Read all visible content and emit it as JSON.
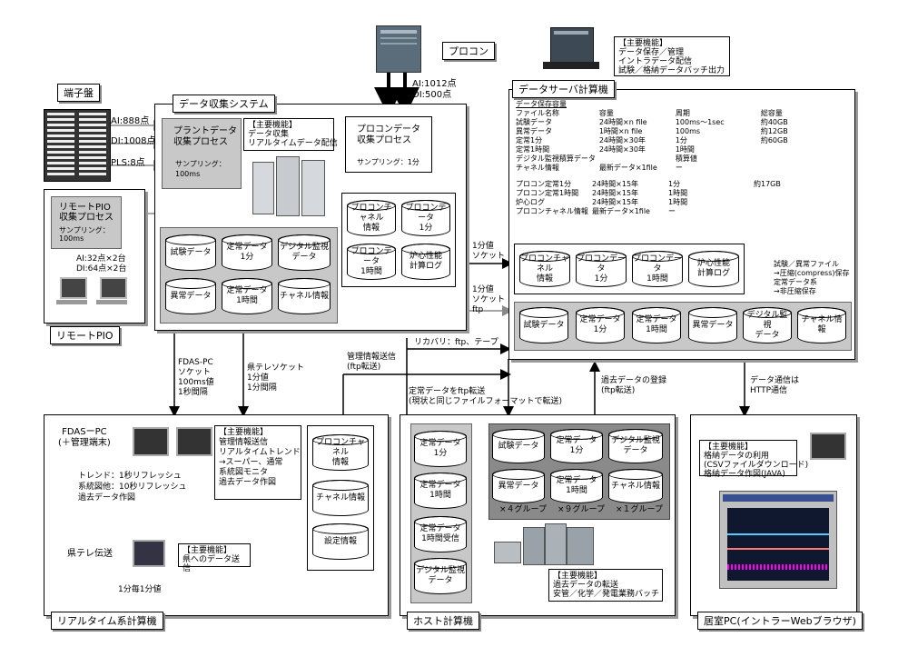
{
  "procon": {
    "title": "プロコン",
    "ai": "AI:1012点",
    "di": "DI:500点"
  },
  "terminal": {
    "title": "端子盤",
    "ai": "AI:888点",
    "di": "DI:1008点",
    "pls": "PLS:8点"
  },
  "remote_pio": {
    "title": "リモートPIO",
    "process_title": "リモートPIO\n収集プロセス",
    "sampling": "サンプリング：\n100ms",
    "ai": "AI:32点×2台",
    "di": "DI:64点×2台"
  },
  "acq": {
    "title": "データ収集システム",
    "plant_process": "プラントデータ\n収集プロセス",
    "plant_sampling": "サンプリング：\n100ms",
    "functions_title": "【主要機能】",
    "functions": "データ収集\nリアルタイムデータ配信",
    "procon_process": "プロコンデータ\n収集プロセス",
    "procon_sampling": "サンプリング：1分",
    "procon_db": [
      "プロコンチャネル\n情報",
      "プロコンデータ\n1分",
      "プロコンデータ\n1時間",
      "炉心性能\n計算ログ"
    ],
    "db": [
      "試験データ",
      "定常データ\n1分",
      "デジタル監視\nデータ",
      "異常データ",
      "定常データ\n1時間",
      "チャネル情報"
    ]
  },
  "server": {
    "title": "データサーバ計算機",
    "functions_title": "【主要機能】",
    "functions": "データ保存／管理\nイントラデータ配信\n試験／格納データバッチ出力",
    "capacity_title": "データ保存容量",
    "headers": [
      "ファイル名称",
      "容量",
      "周期",
      "総容量"
    ],
    "rows": [
      [
        "試験データ",
        "24時間×n file",
        "100ms～1sec",
        "約40GB"
      ],
      [
        "異常データ",
        "1時間×n file",
        "100ms",
        "約12GB"
      ],
      [
        "定常1分",
        "24時間×30年",
        "1分",
        "約60GB"
      ],
      [
        "定常1時間",
        "24時間×30年",
        "1時間",
        ""
      ],
      [
        "デジタル監視積算データ",
        "",
        "積算値",
        ""
      ],
      [
        "チャネル情報",
        "最新データ×1file",
        "ー",
        ""
      ]
    ],
    "rows2": [
      [
        "プロコン定常1分",
        "24時間×15年",
        "1分",
        "約17GB"
      ],
      [
        "プロコン定常1時間",
        "24時間×15年",
        "1時間",
        ""
      ],
      [
        "炉心ログ",
        "24時間×15年",
        "1時間",
        ""
      ],
      [
        "プロコンチャネル情報",
        "最新データ×1file",
        "ー",
        ""
      ]
    ],
    "procon_db": [
      "プロコンチャネル\n情報",
      "プロコンデータ\n1分",
      "プロコンデータ\n1時間",
      "炉心性能\n計算ログ"
    ],
    "db": [
      "試験データ",
      "定常データ\n1分",
      "定常データ\n1時間",
      "異常データ",
      "デジタル監視\nデータ",
      "チャネル情報"
    ],
    "note": "試験／異常ファイル\n→圧縮(compress)保存\n定常データ系\n→非圧縮保存"
  },
  "links": {
    "socket1": "1分値\nソケット",
    "socket2": "1分値\nソケット\nftp",
    "fdas": "FDAS-PC\nソケット\n100ms値\n1秒間隔",
    "pref": "県テレソケット\n1分値\n1分間隔",
    "mgmt": "管理情報送信\n(ftp転送)",
    "recovery": "リカバリ：ftp、テープ",
    "steady_ftp": "定常データをftp転送\n(現状と同じファイルフォーマットで転送)",
    "past_reg": "過去データの登録\n(ftp転送)",
    "http": "データ通信は\nHTTP通信"
  },
  "realtime": {
    "title": "リアルタイム系計算機",
    "fdas_title": "FDASーPC\n(＋管理端末)",
    "fdas_desc": "トレンド：1秒リフレッシュ\n系統図他：10秒リフレッシュ\n過去データ作図",
    "functions_title": "【主要機能】",
    "functions": "管理情報送信\nリアルタイムトレンド\n→スーパー、通常\n系統図モニタ\n過去データ作図",
    "pref_title": "県テレ伝送",
    "pref_functions_title": "【主要機能】",
    "pref_functions": "県へのデータ送信",
    "pref_value": "1分毎1分値",
    "db": [
      "プロコンチャネル\n情報",
      "チャネル情報",
      "設定情報"
    ]
  },
  "host": {
    "title": "ホスト計算機",
    "left_db": [
      "定常データ\n1分",
      "定常データ\n1時間",
      "定常データ\n1時間受信",
      "デジタル監視\nデータ"
    ],
    "db": [
      "試験データ",
      "定常データ\n1分",
      "デジタル監視\nデータ",
      "異常データ",
      "定常データ\n1時間",
      "チャネル情報"
    ],
    "groups": [
      "×４グループ",
      "×９グループ",
      "×１グループ"
    ],
    "functions_title": "【主要機能】",
    "functions": "過去データの転送\n安管／化学／発電業務バッチ"
  },
  "office": {
    "title": "居室PC(イントラーWebブラウザ)",
    "functions_title": "【主要機能】",
    "functions": "格納データの利用\n(CSVファイルダウンロード)\n格納データ作図(JAVA)"
  }
}
